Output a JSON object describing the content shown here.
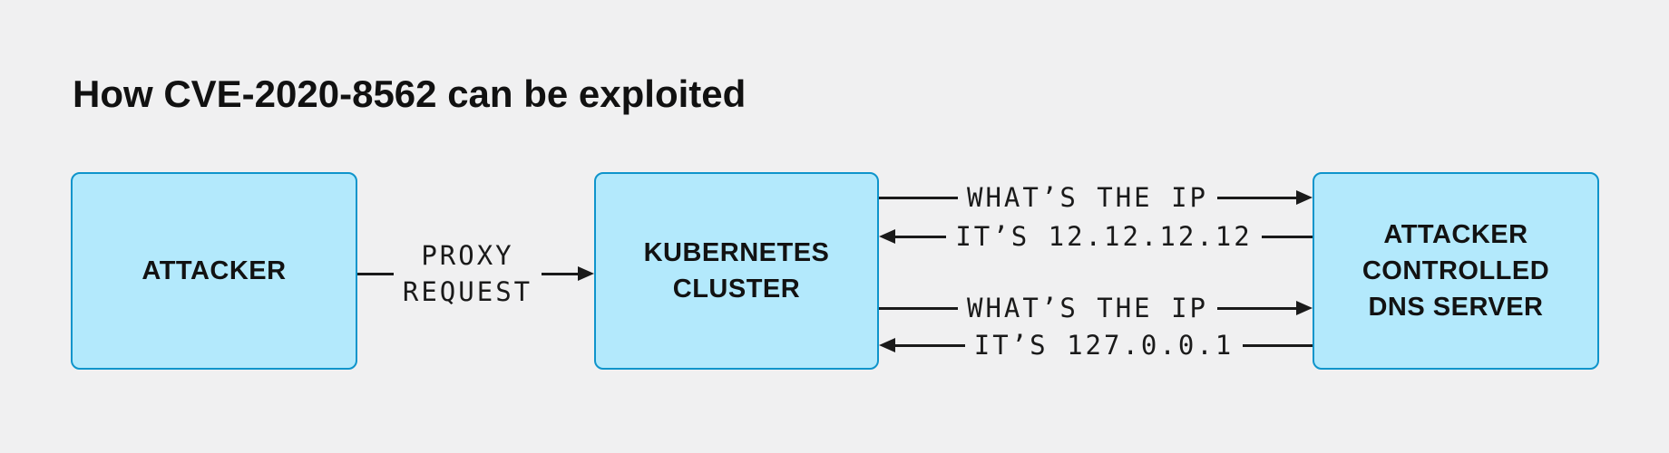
{
  "title": "How CVE-2020-8562 can be exploited",
  "colors": {
    "background": "#f0f0f1",
    "node_fill": "#b3e9fc",
    "node_border": "#0e94cb",
    "line": "#1a1a1a"
  },
  "nodes": {
    "attacker": {
      "lines": [
        "ATTACKER"
      ]
    },
    "kubernetes": {
      "lines": [
        "KUBERNETES",
        "CLUSTER"
      ]
    },
    "dns": {
      "lines": [
        "ATTACKER",
        "CONTROLLED",
        "DNS SERVER"
      ]
    }
  },
  "connectors": {
    "proxy_request": {
      "lines": [
        "PROXY",
        "REQUEST"
      ],
      "direction": "right"
    },
    "whats_the_ip_1": {
      "label": "WHAT’S THE IP",
      "direction": "right"
    },
    "its_12": {
      "label": "IT’S 12.12.12.12",
      "direction": "left"
    },
    "whats_the_ip_2": {
      "label": "WHAT’S THE IP",
      "direction": "right"
    },
    "its_127": {
      "label": "IT’S 127.0.0.1",
      "direction": "left"
    }
  }
}
